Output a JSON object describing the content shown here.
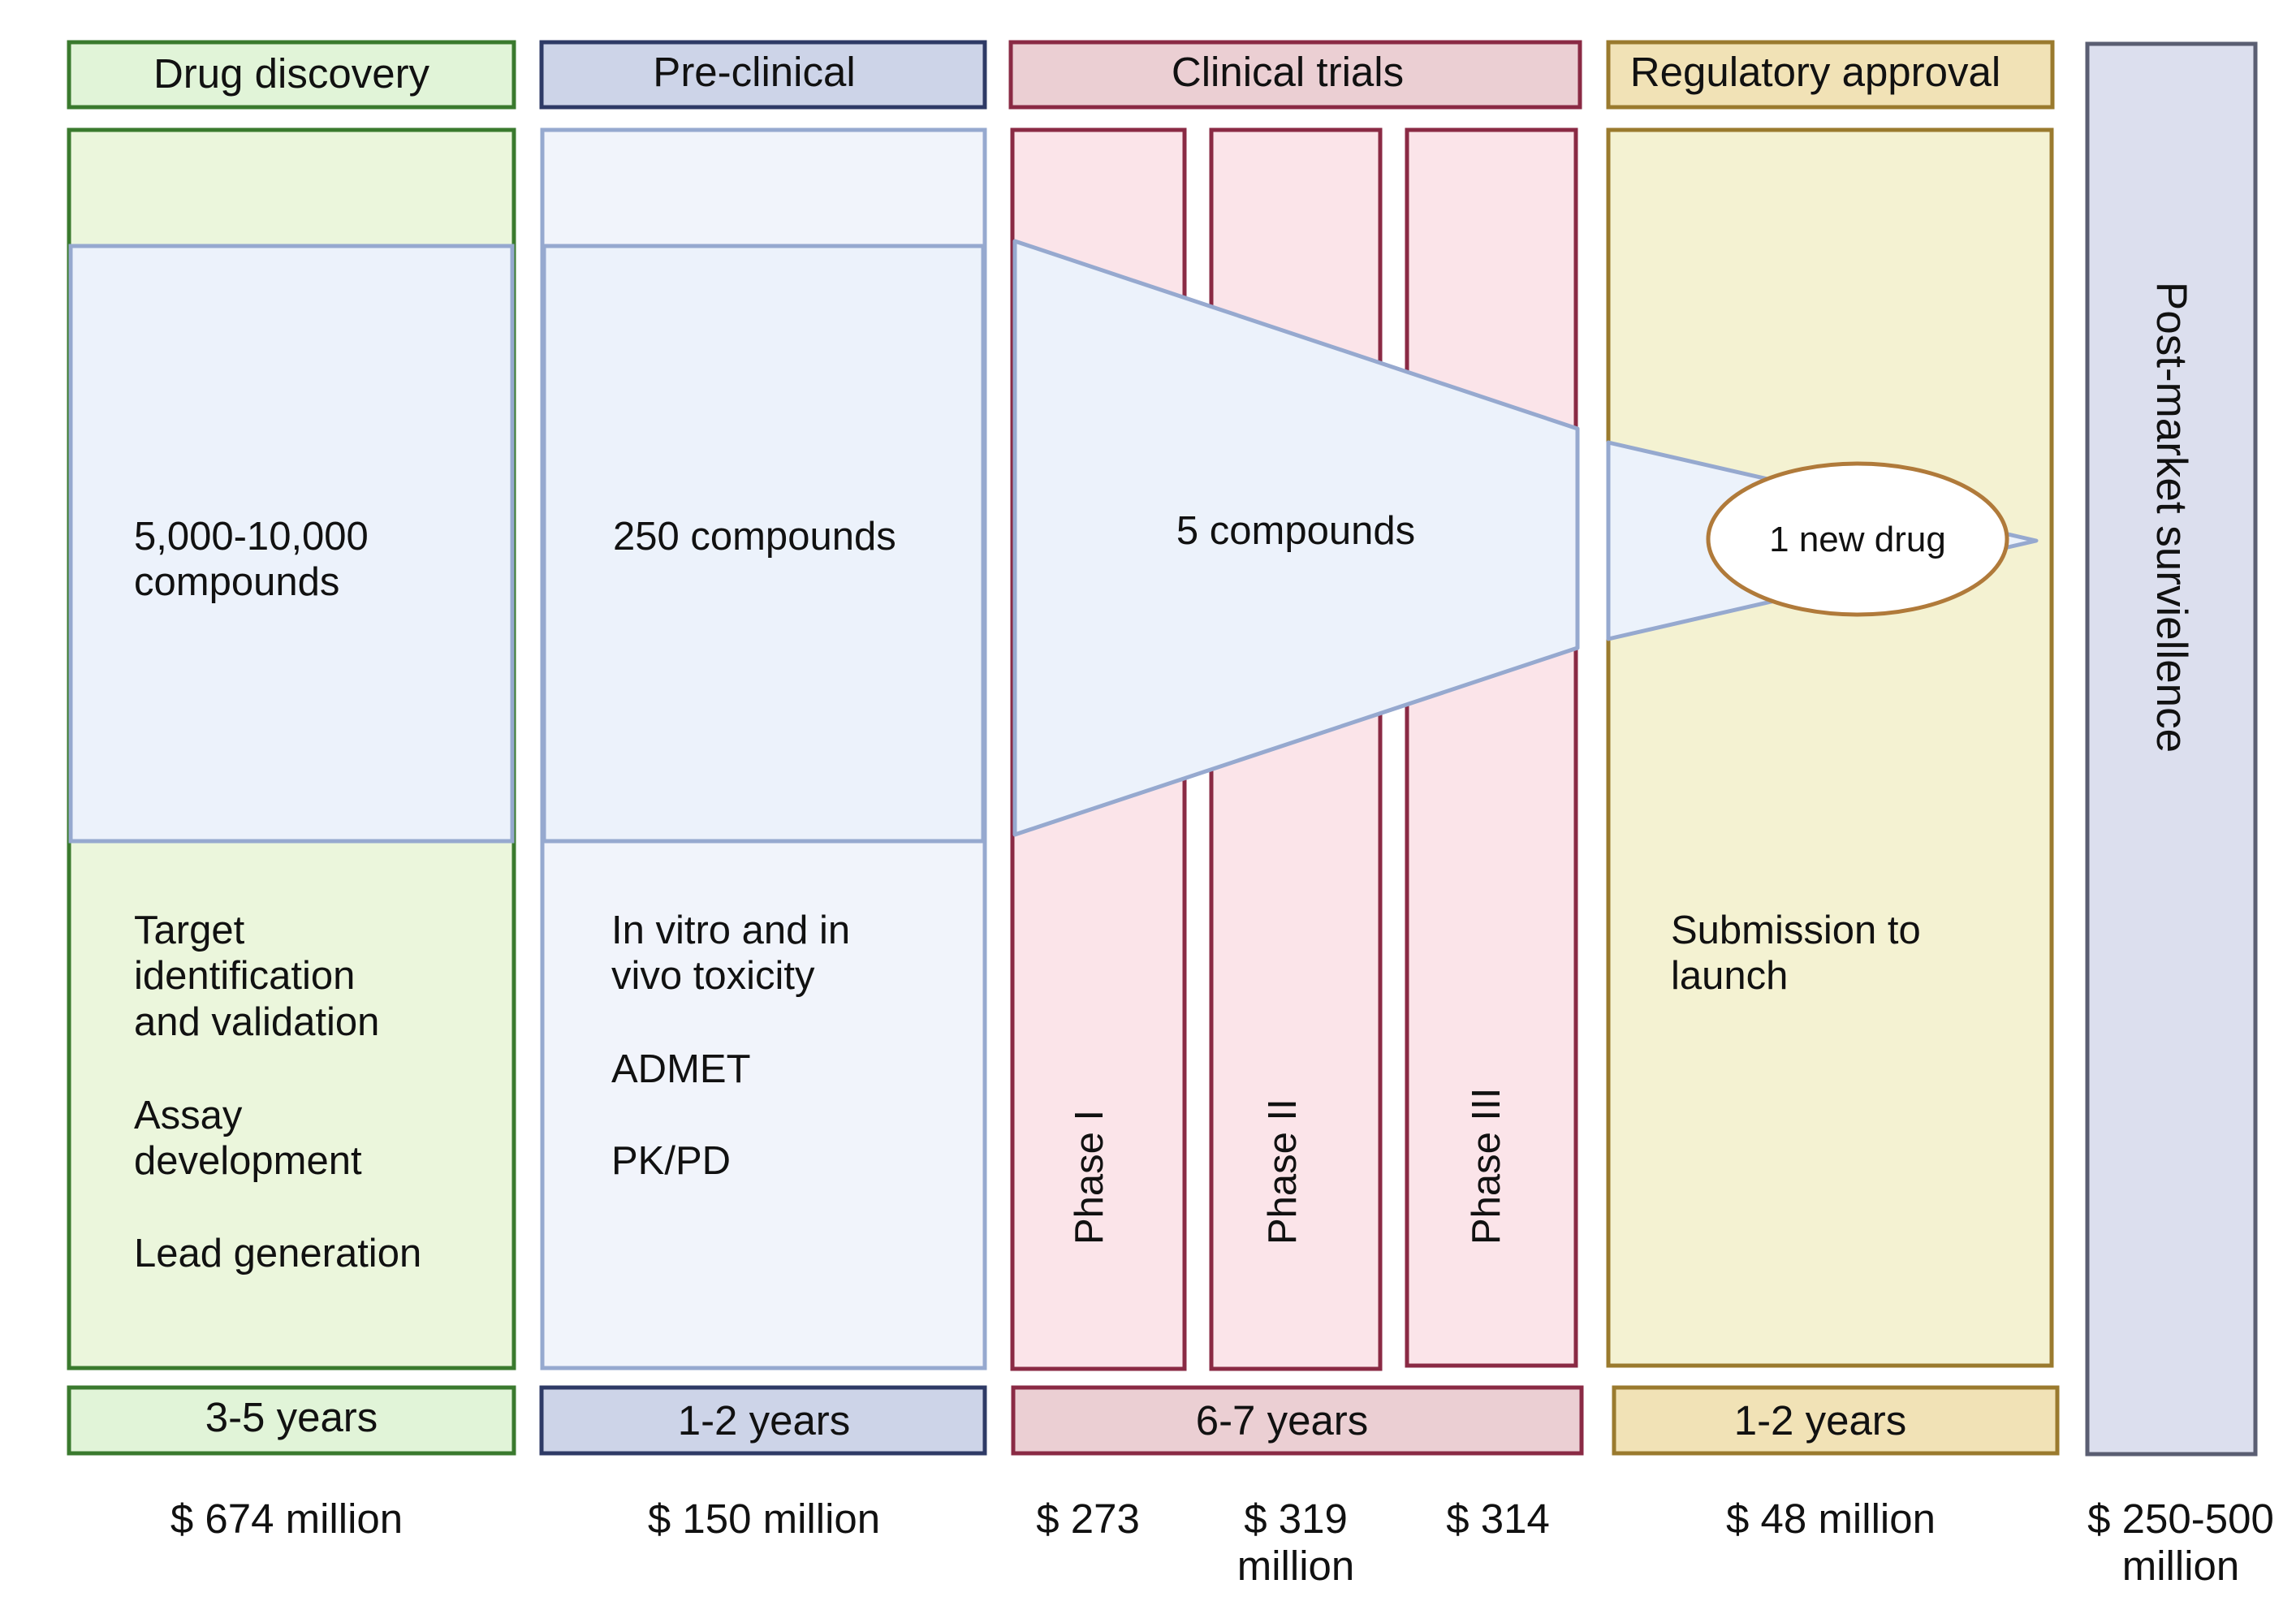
{
  "stages": {
    "discovery": {
      "header": "Drug discovery",
      "compounds": [
        "5,000-10,000",
        "compounds"
      ],
      "activities": [
        "Target",
        "identification",
        "and validation",
        "Assay",
        "development",
        "Lead generation"
      ],
      "duration": "3-5 years",
      "cost": "$ 674 million",
      "colors": {
        "border": "#3a7a2e",
        "header_fill": "#e1f4d8",
        "panel_fill": "#ebf6dc"
      }
    },
    "preclinical": {
      "header": "Pre-clinical",
      "compounds": "250 compounds",
      "activities": [
        "In vitro and in",
        "vivo toxicity",
        "ADMET",
        "PK/PD"
      ],
      "duration": "1-2 years",
      "cost": "$ 150 million",
      "colors": {
        "border": "#2e3a66",
        "header_fill": "#cdd4e8",
        "panel_fill": "#f1f4fb",
        "panel_border": "#96a9cf"
      }
    },
    "clinical": {
      "header": "Clinical trials",
      "compounds": "5 compounds",
      "phases": [
        {
          "label": "Phase I",
          "cost": "$ 273"
        },
        {
          "label": "Phase II",
          "cost": "$ 319"
        },
        {
          "label": "Phase III",
          "cost": "$ 314"
        }
      ],
      "cost_unit": "million",
      "duration": "6-7 years",
      "colors": {
        "border": "#8a2a44",
        "header_fill": "#ebcfd3",
        "panel_fill": "#fbe4e9"
      }
    },
    "regulatory": {
      "header": "Regulatory approval",
      "activities": [
        "Submission to",
        "launch"
      ],
      "result": "1 new drug",
      "duration": "1-2 years",
      "cost": "$ 48 million",
      "colors": {
        "border": "#9a7a2e",
        "header_fill": "#f1e2b6",
        "panel_fill": "#f4f2d2"
      }
    },
    "postmarket": {
      "label": "Post-market surviellence",
      "cost": [
        "$ 250-500",
        "million"
      ],
      "colors": {
        "border": "#5a5e72",
        "fill": "#dcdfee"
      }
    }
  },
  "funnel": {
    "fill": "#ecf2fb",
    "stroke": "#96a9cf"
  }
}
